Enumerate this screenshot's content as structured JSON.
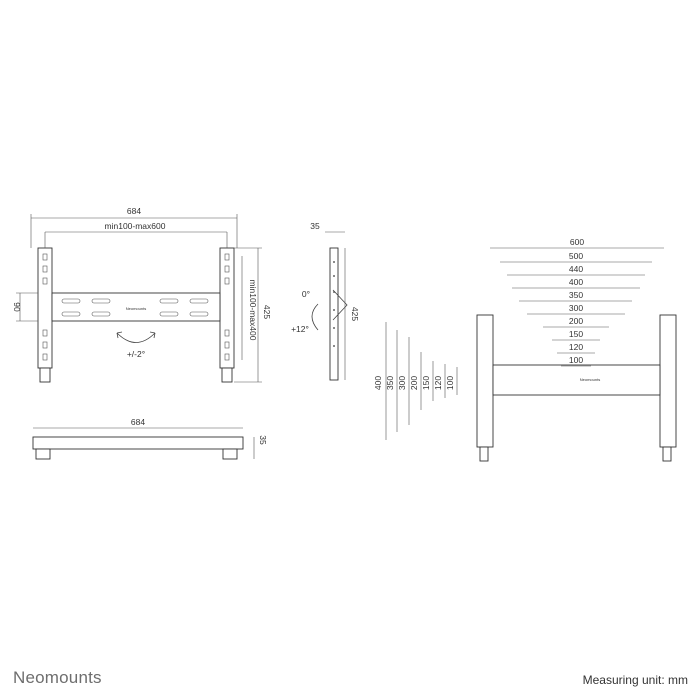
{
  "front_view": {
    "width_total": "684",
    "width_range": "min100-max600",
    "height_total": "425",
    "height_range": "min100-max400",
    "side_offset": "90",
    "tilt": "+/-2°",
    "plate_logo": "Neomounts"
  },
  "side_view": {
    "depth": "35",
    "angle_min": "0°",
    "angle_max": "+12°",
    "height": "425"
  },
  "top_view": {
    "width": "684",
    "depth": "35"
  },
  "vesa_view": {
    "horizontal": [
      "600",
      "500",
      "440",
      "400",
      "350",
      "300",
      "200",
      "150",
      "120",
      "100"
    ],
    "vertical": [
      "400",
      "350",
      "300",
      "200",
      "150",
      "120",
      "100"
    ],
    "plate_logo": "Neomounts"
  },
  "footer": {
    "brand": "Neomounts",
    "measuring_unit": "Measuring unit: mm"
  }
}
